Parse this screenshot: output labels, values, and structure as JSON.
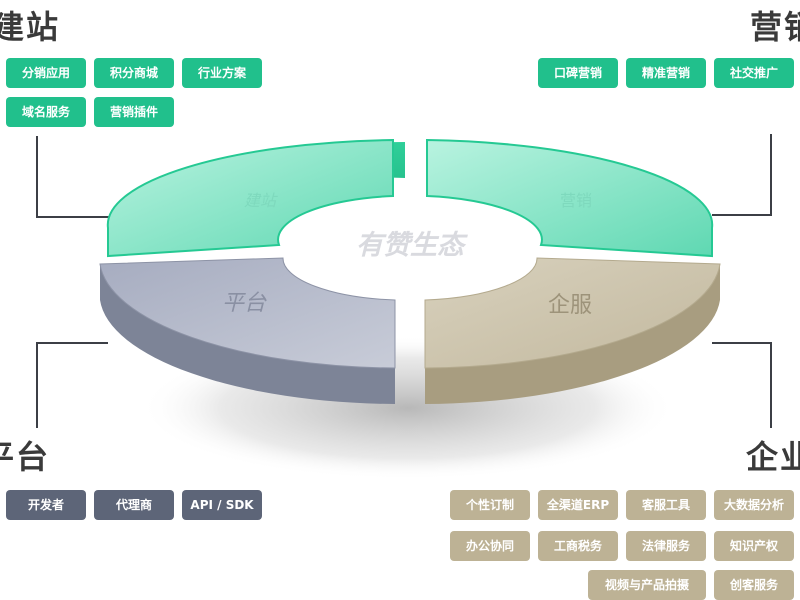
{
  "titles": {
    "top_left": "建站",
    "top_right": "营销",
    "bottom_left": "平台",
    "bottom_right": "企业"
  },
  "center_label": "有赞生态",
  "segments": {
    "build": "建站",
    "marketing": "营销",
    "platform": "平台",
    "enterprise": "企服"
  },
  "build_tags": [
    "分销应用",
    "积分商城",
    "行业方案",
    "域名服务",
    "营销插件"
  ],
  "marketing_tags": [
    "口碑营销",
    "精准营销",
    "社交推广"
  ],
  "platform_tags": [
    "开发者",
    "代理商",
    "API / SDK"
  ],
  "enterprise_tags": [
    "个性订制",
    "全渠道ERP",
    "客服工具",
    "大数据分析",
    "办公协同",
    "工商税务",
    "法律服务",
    "知识产权",
    "视频与产品拍摄",
    "创客服务"
  ],
  "colors": {
    "green": "#21c08c",
    "slate": "#5d6578",
    "khaki": "#bdb295",
    "text": "#3a3a3a"
  }
}
